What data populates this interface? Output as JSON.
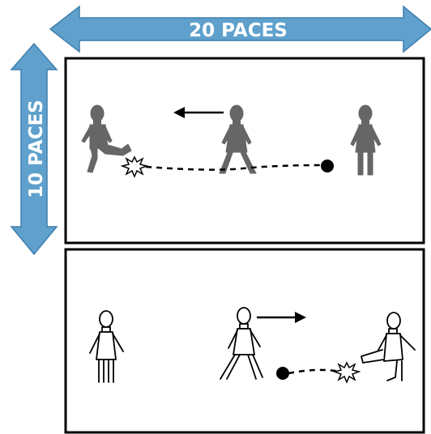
{
  "labels": {
    "width": "20 PACES",
    "height": "10 PACES"
  },
  "colors": {
    "arrow_fill": "#5fa0cc",
    "arrow_stroke": "#3f7fae",
    "figure_dark": "#666666",
    "figure_light": "#ffffff",
    "line": "#000000"
  },
  "panels": [
    {
      "name": "top-drill",
      "figures": [
        "kicking-player",
        "middle-player",
        "standing-player"
      ],
      "ball": "black-ball",
      "impact": "star-burst",
      "movement": "left"
    },
    {
      "name": "bottom-drill",
      "figures": [
        "standing-player",
        "middle-player",
        "kicking-player"
      ],
      "ball": "black-ball",
      "impact": "star-burst",
      "movement": "right"
    }
  ]
}
